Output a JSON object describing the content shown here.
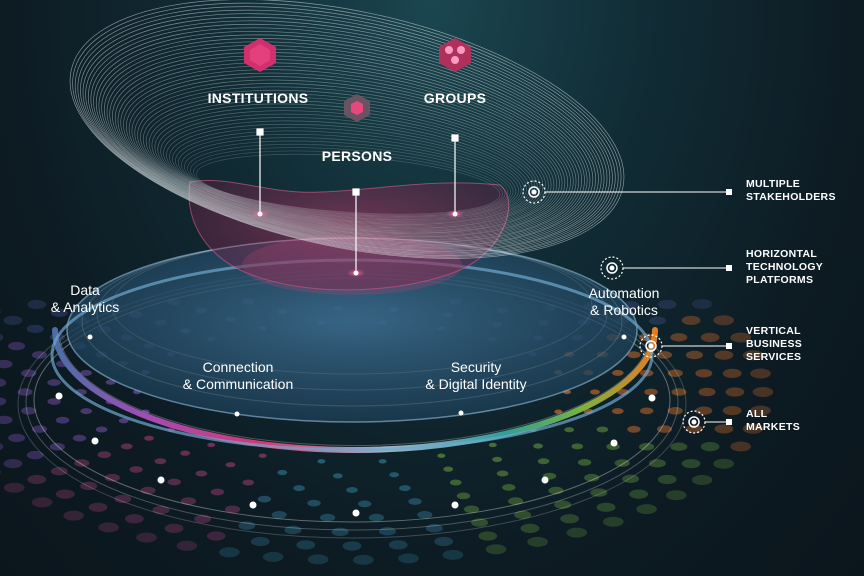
{
  "stakeholders": {
    "institutions": "INSTITUTIONS",
    "groups": "GROUPS",
    "persons": "PERSONS"
  },
  "domains": {
    "data": [
      "Data",
      "& Analytics"
    ],
    "automation": [
      "Automation",
      "& Robotics"
    ],
    "connection": [
      "Connection",
      "& Communication"
    ],
    "security": [
      "Security",
      "& Digital Identity"
    ]
  },
  "legend": {
    "multiple_stakeholders": [
      "MULTIPLE",
      "STAKEHOLDERS"
    ],
    "horizontal_platforms": [
      "HORIZONTAL",
      "TECHNOLOGY",
      "PLATFORMS"
    ],
    "vertical_services": [
      "VERTICAL",
      "BUSINESS",
      "SERVICES"
    ],
    "all_markets": [
      "ALL",
      "MARKETS"
    ]
  },
  "colors": {
    "background": "#0d1b23",
    "bowl_line": "#e8eef0",
    "pink": "#d0306e",
    "magenta": "#c8377e",
    "blue_ring": "#6fa8cf",
    "orange": "#e2782a",
    "green": "#7aa93a",
    "violet": "#8a4ab0",
    "leader_line": "#ffffff"
  }
}
